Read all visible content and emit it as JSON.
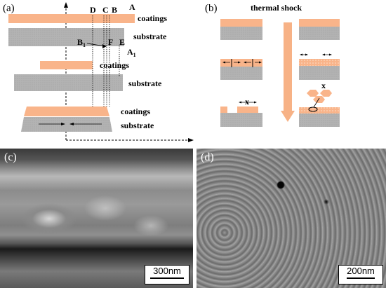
{
  "panel_a": {
    "label": "(a)",
    "layers": [
      {
        "coat": "coatings",
        "sub": "substrate"
      },
      {
        "coat": "coatings",
        "sub": "substrate"
      },
      {
        "coat": "coatings",
        "sub": "substrate"
      }
    ],
    "points": {
      "D": "D",
      "C": "C",
      "B": "B",
      "A": "A",
      "B1": "B",
      "B1_sub": "1",
      "F": "F",
      "E": "E",
      "A1": "A",
      "A1_sub": "1"
    }
  },
  "panel_b": {
    "label": "(b)",
    "title": "thermal shock",
    "x_mark": "x",
    "x_mark2": "x"
  },
  "panel_c": {
    "label": "(c)",
    "scale": "300nm"
  },
  "panel_d": {
    "label": "(d)",
    "scale": "200nm"
  },
  "colors": {
    "coating": "#f9b48a",
    "substrate": "#b3b3b3",
    "arrow": "#f7b286"
  }
}
